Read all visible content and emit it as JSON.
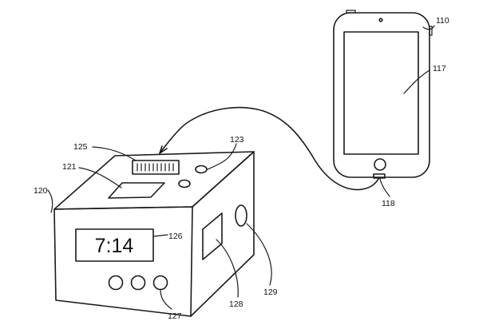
{
  "clock_display": {
    "time": "7:14"
  },
  "reference_numerals": {
    "phone": "110",
    "phone_screen": "117",
    "phone_connector": "118",
    "dock_unit": "120",
    "top_panel": "121",
    "button": "123",
    "connector_port": "125",
    "display": "126",
    "front_buttons": "127",
    "side_panel": "128",
    "side_port": "129"
  },
  "colors": {
    "line": "#1a1a1a",
    "background": "#ffffff"
  }
}
